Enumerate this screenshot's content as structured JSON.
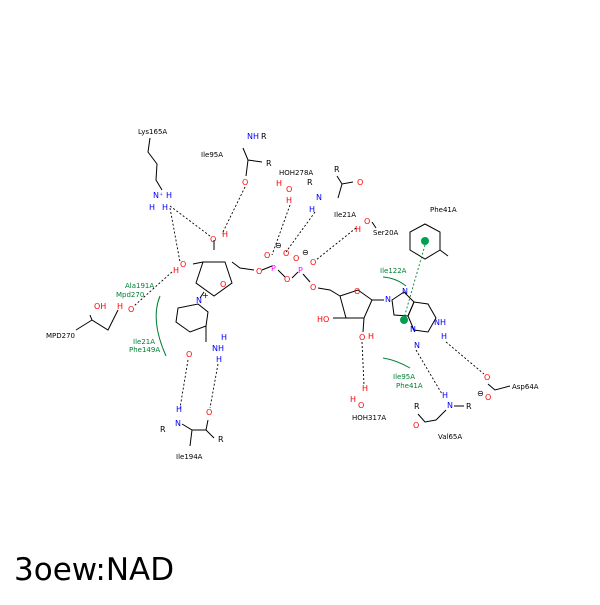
{
  "title": "3oew:NAD",
  "labels": {
    "lys165a": "Lys165A",
    "ile95a_top": "Ile95A",
    "hoh278a": "HOH278A",
    "ile21a_top": "Ile21A",
    "ser20a": "Ser20A",
    "phe41a_top": "Phe41A",
    "ala191a": "Ala191A",
    "mpd270_small": "Mpd270",
    "mpd270": "MPD270",
    "ile21a_green": "Ile21A",
    "phe149a": "Phe149A",
    "ile122a": "Ile122A",
    "ile95a_green": "Ile95A",
    "phe41a_green": "Phe41A",
    "asp64a": "Asp64A",
    "val65a": "Val65A",
    "hoh317a": "HOH317A",
    "ile194a": "Ile194A"
  },
  "atoms": {
    "n": "N",
    "o": "O",
    "h": "H",
    "p": "P",
    "r": "R",
    "oh": "OH",
    "ho": "HO",
    "nh": "NH",
    "nh_plus": "N⁺",
    "minus": "⊖",
    "plus": "+"
  },
  "colors": {
    "nitrogen": "#0000ff",
    "oxygen": "#ff0000",
    "phosphorus": "#ff00ff",
    "hydrophobic": "#008033",
    "pi_center": "#00a050"
  }
}
